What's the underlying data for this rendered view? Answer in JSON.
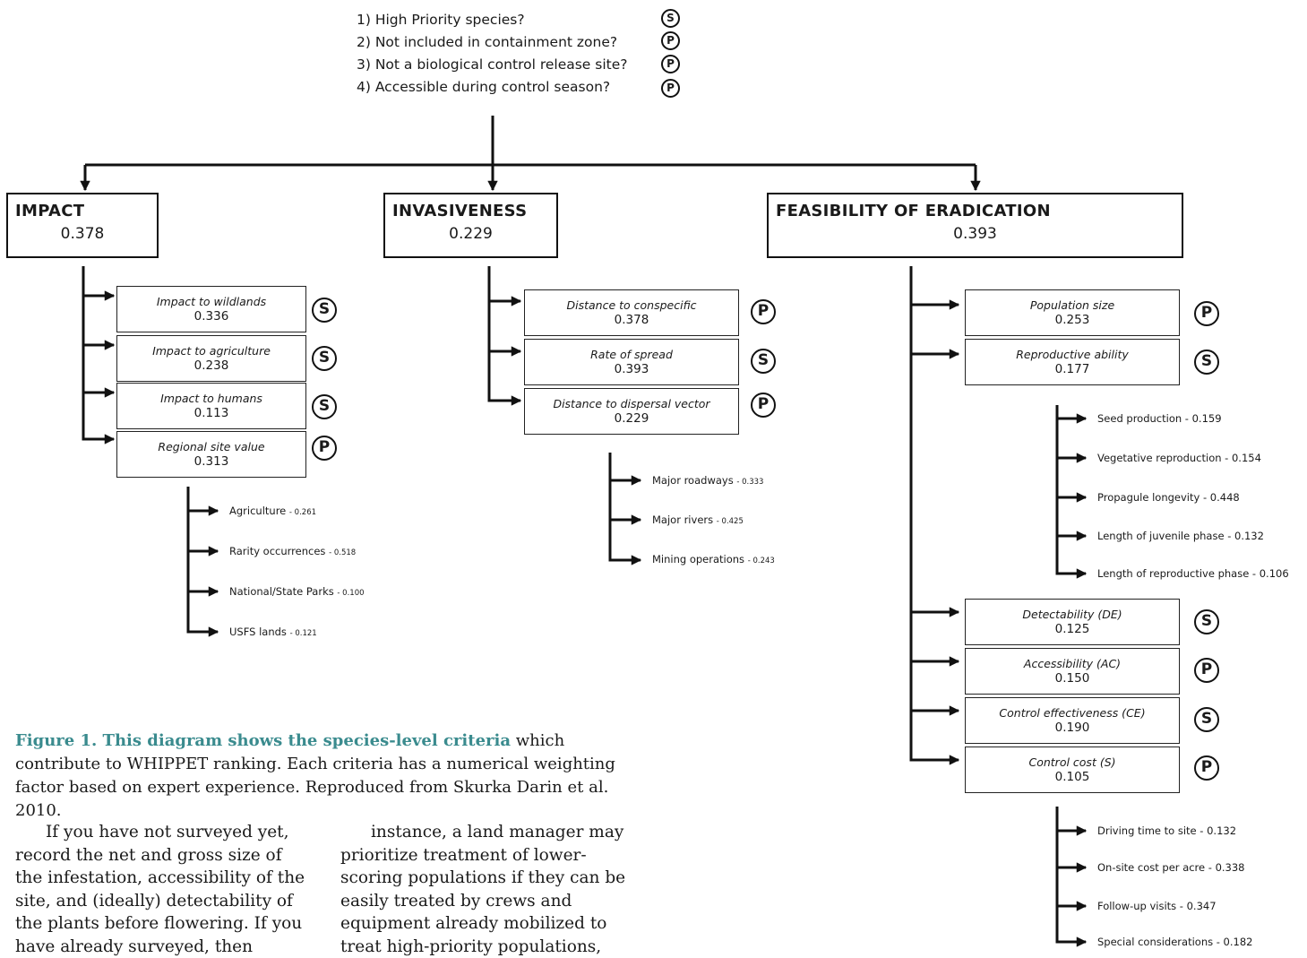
{
  "questions": [
    {
      "text": "1) High Priority species?",
      "badge": "S"
    },
    {
      "text": "2) Not included in containment zone?",
      "badge": "P"
    },
    {
      "text": "3) Not a biological control release site?",
      "badge": "P"
    },
    {
      "text": "4) Accessible during control season?",
      "badge": "P"
    }
  ],
  "categories": [
    {
      "title": "IMPACT",
      "weight": "0.378"
    },
    {
      "title": "INVASIVENESS",
      "weight": "0.229"
    },
    {
      "title": "FEASIBILITY OF ERADICATION",
      "weight": "0.393"
    }
  ],
  "impact": {
    "criteria": [
      {
        "label": "Impact to wildlands",
        "weight": "0.336",
        "badge": "S"
      },
      {
        "label": "Impact to agriculture",
        "weight": "0.238",
        "badge": "S"
      },
      {
        "label": "Impact to humans",
        "weight": "0.113",
        "badge": "S"
      },
      {
        "label": "Regional site value",
        "weight": "0.313",
        "badge": "P"
      }
    ],
    "sub": [
      {
        "label": "Agriculture",
        "weight": "- 0.261"
      },
      {
        "label": "Rarity occurrences",
        "weight": "- 0.518"
      },
      {
        "label": "National/State Parks",
        "weight": "- 0.100"
      },
      {
        "label": "USFS lands",
        "weight": "- 0.121"
      }
    ]
  },
  "invasiveness": {
    "criteria": [
      {
        "label": "Distance to conspecific",
        "weight": "0.378",
        "badge": "P"
      },
      {
        "label": "Rate of spread",
        "weight": "0.393",
        "badge": "S"
      },
      {
        "label": "Distance to dispersal vector",
        "weight": "0.229",
        "badge": "P"
      }
    ],
    "sub": [
      {
        "label": "Major roadways",
        "weight": "- 0.333"
      },
      {
        "label": "Major rivers",
        "weight": "- 0.425"
      },
      {
        "label": "Mining operations",
        "weight": "- 0.243"
      }
    ]
  },
  "feasibility": {
    "criteria": [
      {
        "label": "Population size",
        "weight": "0.253",
        "badge": "P"
      },
      {
        "label": "Reproductive ability",
        "weight": "0.177",
        "badge": "S"
      },
      {
        "label": "Detectability (DE)",
        "weight": "0.125",
        "badge": "S"
      },
      {
        "label": "Accessibility (AC)",
        "weight": "0.150",
        "badge": "P"
      },
      {
        "label": "Control effectiveness (CE)",
        "weight": "0.190",
        "badge": "S"
      },
      {
        "label": "Control cost (S)",
        "weight": "0.105",
        "badge": "P"
      }
    ],
    "repro_sub": [
      "Seed production - 0.159",
      "Vegetative reproduction - 0.154",
      "Propagule longevity - 0.448",
      "Length of juvenile phase - 0.132",
      "Length of reproductive phase - 0.106"
    ],
    "cost_sub": [
      "Driving time to site - 0.132",
      "On-site cost per acre - 0.338",
      "Follow-up visits - 0.347",
      "Special considerations - 0.182"
    ]
  },
  "caption": {
    "lead": "Figure 1. This diagram shows the species-level criteria",
    "body": " which contribute to WHIPPET ranking. Each criteria has a numerical weighting factor based on expert experience. Reproduced from Skurka Darin et al. 2010."
  },
  "body": {
    "col1": "If you have not surveyed yet, record the net and gross size of the infestation, accessibility of the site, and (ideally) detectability of the plants before flowering. If you have already surveyed, then",
    "col2": "instance, a land manager may prioritize treatment of lower-scoring populations if they can be easily treated by crews and equipment already mobilized to treat high-priority populations, thereby maxi-"
  }
}
